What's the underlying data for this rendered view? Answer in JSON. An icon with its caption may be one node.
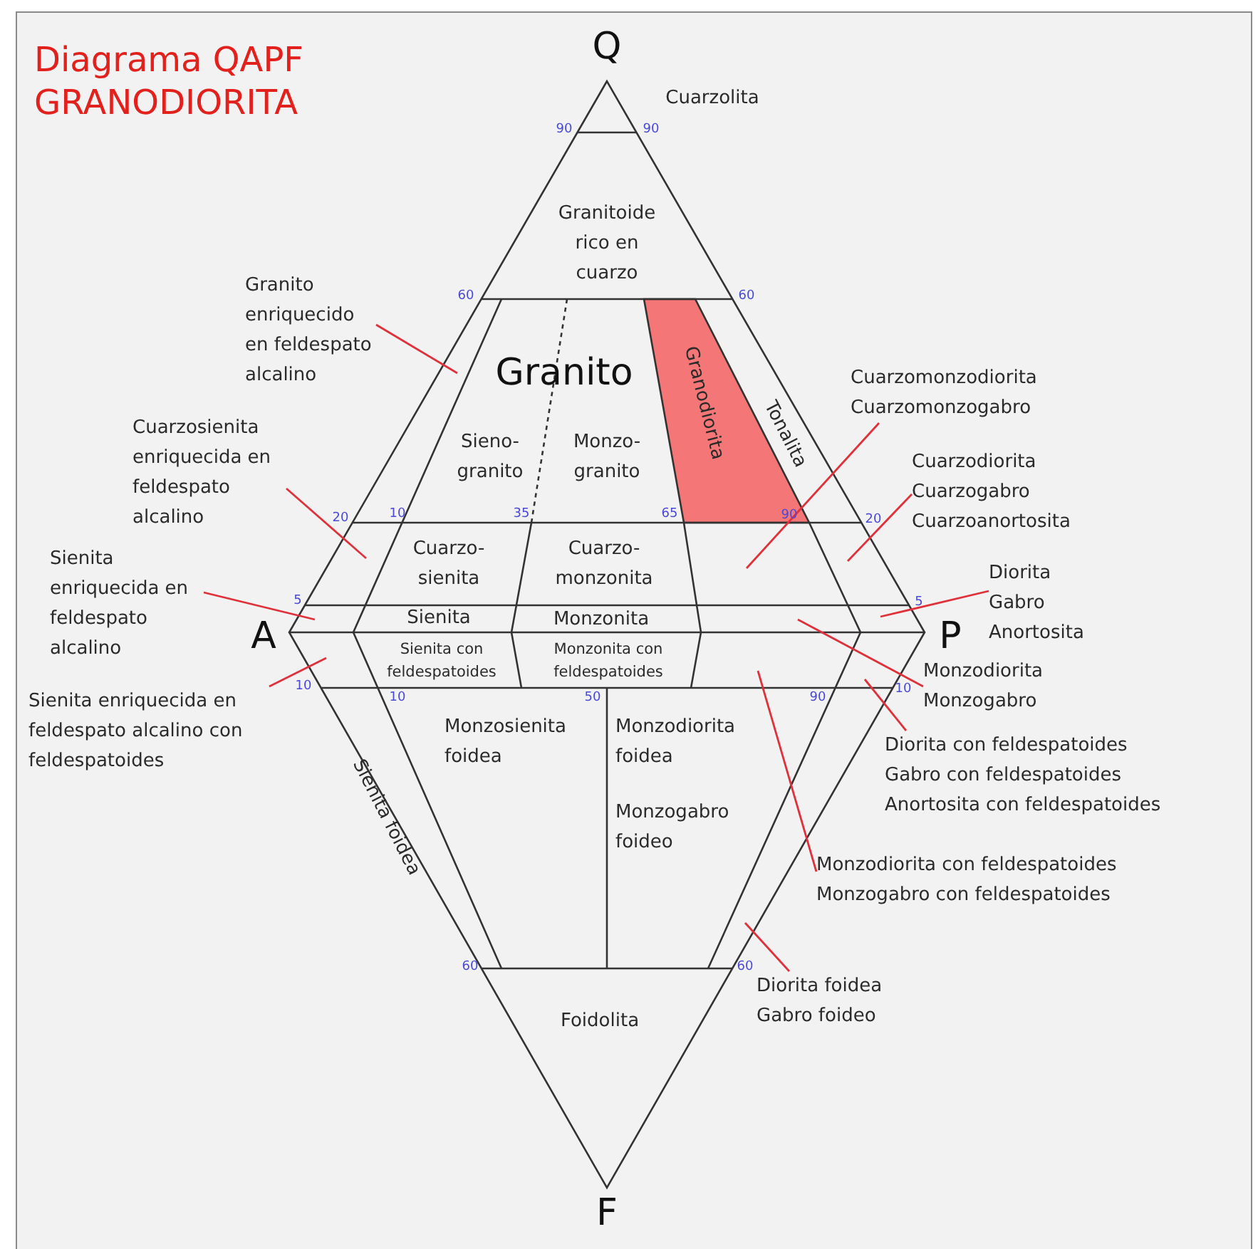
{
  "diagram": {
    "title": "Diagrama QAPF GRANODIORITA",
    "nodes": [
      {
        "text": [
          "Granito enriquecido en feldespato alcalino"
        ]
      },
      {
        "text": [
          "Cuarzosienita enriquecida en feldespato alcalino"
        ]
      },
      {
        "text": [
          "Sienita enriquecida en feldespato alcalino"
        ]
      },
      {
        "text": [
          "Sienita enriquecida en feldespato alcalino con feldespatoides"
        ]
      },
      {
        "text": [
          "Cuarzomonzodiorita Cuarzomonzogabro"
        ]
      },
      {
        "text": [
          "Cuarzodiorita Cuarzogabro Cuarzoanortosita"
        ]
      },
      {
        "text": [
          "Diorita Gabro Anortosita"
        ]
      },
      {
        "text": [
          "Monzodiorita Monzogabro"
        ]
      },
      {
        "text": [
          "Diorita con feldespatoides Gabro con feldespatoides Anortosita con feldespatoides"
        ]
      },
      {
        "text": [
          "Monzodiorita con feldespatoides Monzogabro con feldespatoides"
        ]
      },
      {
        "text": [
          "Diorita foidea Gabro foideo"
        ]
      }
    ],
    "edges": [
      {
        "from": 0,
        "to": null,
        "arrow": "none"
      },
      {
        "from": 1,
        "to": null,
        "arrow": "none"
      },
      {
        "from": 2,
        "to": null,
        "arrow": "none"
      },
      {
        "from": 3,
        "to": null,
        "arrow": "none"
      },
      {
        "from": 4,
        "to": null,
        "arrow": "none"
      },
      {
        "from": 5,
        "to": null,
        "arrow": "none"
      },
      {
        "from": 6,
        "to": null,
        "arrow": "none"
      },
      {
        "from": 7,
        "to": null,
        "arrow": "none"
      },
      {
        "from": 8,
        "to": null,
        "arrow": "none"
      },
      {
        "from": 9,
        "to": null,
        "arrow": "none"
      },
      {
        "from": 10,
        "to": null,
        "arrow": "none"
      }
    ],
    "labels": [
      "Q",
      "Cuarzolita",
      "90",
      "90",
      "Granitoide rico en cuarzo",
      "60",
      "60",
      "Granito",
      "Sieno- granito",
      "Monzo- granito",
      "Granodiorita",
      "Tonalita",
      "20",
      "10",
      "35",
      "65",
      "90",
      "20",
      "Cuarzo- sienita",
      "Cuarzo- monzonita",
      "5",
      "5",
      "Sienita",
      "Monzonita",
      "A",
      "P",
      "Sienita con feldespatoides",
      "Monzonita con feldespatoides",
      "10",
      "10",
      "50",
      "90",
      "10",
      "Sienita foidea",
      "Monzosienita foidea",
      "Monzodiorita foidea",
      "Monzogabro foideo",
      "60",
      "60",
      "Foidolita",
      "F"
    ]
  }
}
